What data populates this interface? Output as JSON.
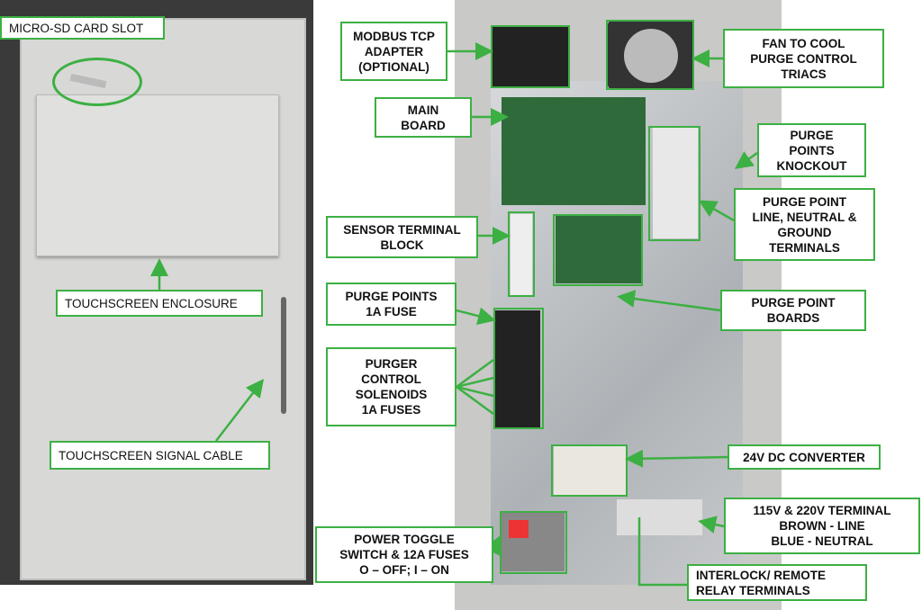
{
  "left_photo": {
    "labels": {
      "micro_sd": "MICRO-SD CARD SLOT",
      "touchscreen_enclosure": "TOUCHSCREEN ENCLOSURE",
      "touchscreen_cable": "TOUCHSCREEN SIGNAL CABLE"
    }
  },
  "right_photo": {
    "labels": {
      "modbus": "MODBUS TCP\nADAPTER\n(OPTIONAL)",
      "main_board": "MAIN\nBOARD",
      "sensor_block": "SENSOR TERMINAL\nBLOCK",
      "purge_fuse": "PURGE POINTS\n1A FUSE",
      "solenoids": "PURGER\nCONTROL\nSOLENOIDS\n1A FUSES",
      "power_toggle": "POWER TOGGLE\nSWITCH & 12A FUSES\nO – OFF; I – ON",
      "fan": "FAN TO COOL\nPURGE CONTROL\nTRIACS",
      "knockout": "PURGE\nPOINTS\nKNOCKOUT",
      "purge_terminals": "PURGE POINT\nLINE, NEUTRAL &\nGROUND\nTERMINALS",
      "purge_boards": "PURGE POINT\nBOARDS",
      "dc_converter": "24V DC CONVERTER",
      "mains_terminal": "115V & 220V TERMINAL\nBROWN - LINE\nBLUE - NEUTRAL",
      "interlock": "INTERLOCK/ REMOTE\nRELAY TERMINALS"
    }
  },
  "colors": {
    "accent": "#3cb043"
  }
}
